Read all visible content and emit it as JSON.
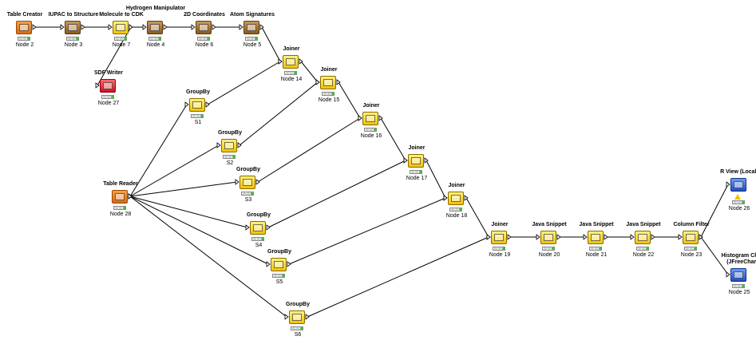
{
  "workflow": {
    "nodes": [
      {
        "id": "n2",
        "name": "Table Creator",
        "label": "Node 2",
        "color": "orange"
      },
      {
        "id": "n3",
        "name": "IUPAC to Structure",
        "label": "Node 3",
        "color": "brown"
      },
      {
        "id": "n7",
        "name": "Molecule to CDK",
        "label": "Node 7",
        "color": "yellow"
      },
      {
        "id": "n4",
        "name": "Hydrogen Manipulator",
        "label": "Node 4",
        "color": "brown"
      },
      {
        "id": "n6",
        "name": "2D Coordinates",
        "label": "Node 6",
        "color": "brown"
      },
      {
        "id": "n5",
        "name": "Atom Signatures",
        "label": "Node 5",
        "color": "brown"
      },
      {
        "id": "n27",
        "name": "SDF Writer",
        "label": "Node 27",
        "color": "red"
      },
      {
        "id": "n14",
        "name": "Joiner",
        "label": "Node 14",
        "color": "yellow"
      },
      {
        "id": "n15",
        "name": "Joiner",
        "label": "Node 15",
        "color": "yellow"
      },
      {
        "id": "n16",
        "name": "Joiner",
        "label": "Node 16",
        "color": "yellow"
      },
      {
        "id": "n17",
        "name": "Joiner",
        "label": "Node 17",
        "color": "yellow"
      },
      {
        "id": "n18",
        "name": "Joiner",
        "label": "Node 18",
        "color": "yellow"
      },
      {
        "id": "n19",
        "name": "Joiner",
        "label": "Node 19",
        "color": "yellow"
      },
      {
        "id": "s1",
        "name": "GroupBy",
        "label": "S1",
        "color": "yellow"
      },
      {
        "id": "s2",
        "name": "GroupBy",
        "label": "S2",
        "color": "yellow"
      },
      {
        "id": "s3",
        "name": "GroupBy",
        "label": "S3",
        "color": "yellow"
      },
      {
        "id": "s4",
        "name": "GroupBy",
        "label": "S4",
        "color": "yellow"
      },
      {
        "id": "s5",
        "name": "GroupBy",
        "label": "S5",
        "color": "yellow"
      },
      {
        "id": "s6",
        "name": "GroupBy",
        "label": "S6",
        "color": "yellow"
      },
      {
        "id": "n28",
        "name": "Table Reader",
        "label": "Node 28",
        "color": "orange"
      },
      {
        "id": "n20",
        "name": "Java Snippet",
        "label": "Node 20",
        "color": "yellow"
      },
      {
        "id": "n21",
        "name": "Java Snippet",
        "label": "Node 21",
        "color": "yellow"
      },
      {
        "id": "n22",
        "name": "Java Snippet",
        "label": "Node 22",
        "color": "yellow"
      },
      {
        "id": "n23",
        "name": "Column Filter",
        "label": "Node 23",
        "color": "yellow"
      },
      {
        "id": "n26",
        "name": "R View (Local)",
        "label": "Node 26",
        "color": "blue",
        "warning": true
      },
      {
        "id": "n25",
        "name": "Histogram Chart (JFreeChart)",
        "label": "Node 25",
        "color": "blue"
      }
    ],
    "edges": [
      [
        "n2",
        "n3"
      ],
      [
        "n3",
        "n7"
      ],
      [
        "n7",
        "n4"
      ],
      [
        "n4",
        "n6"
      ],
      [
        "n6",
        "n5"
      ],
      [
        "n7",
        "n27"
      ],
      [
        "n5",
        "n14"
      ],
      [
        "s1",
        "n14"
      ],
      [
        "n14",
        "n15"
      ],
      [
        "s2",
        "n15"
      ],
      [
        "n15",
        "n16"
      ],
      [
        "s3",
        "n16"
      ],
      [
        "n16",
        "n17"
      ],
      [
        "s4",
        "n17"
      ],
      [
        "n17",
        "n18"
      ],
      [
        "s5",
        "n18"
      ],
      [
        "n18",
        "n19"
      ],
      [
        "s6",
        "n19"
      ],
      [
        "n28",
        "s1"
      ],
      [
        "n28",
        "s2"
      ],
      [
        "n28",
        "s3"
      ],
      [
        "n28",
        "s4"
      ],
      [
        "n28",
        "s5"
      ],
      [
        "n28",
        "s6"
      ],
      [
        "n19",
        "n20"
      ],
      [
        "n20",
        "n21"
      ],
      [
        "n21",
        "n22"
      ],
      [
        "n22",
        "n23"
      ],
      [
        "n23",
        "n26"
      ],
      [
        "n23",
        "n25"
      ]
    ]
  }
}
